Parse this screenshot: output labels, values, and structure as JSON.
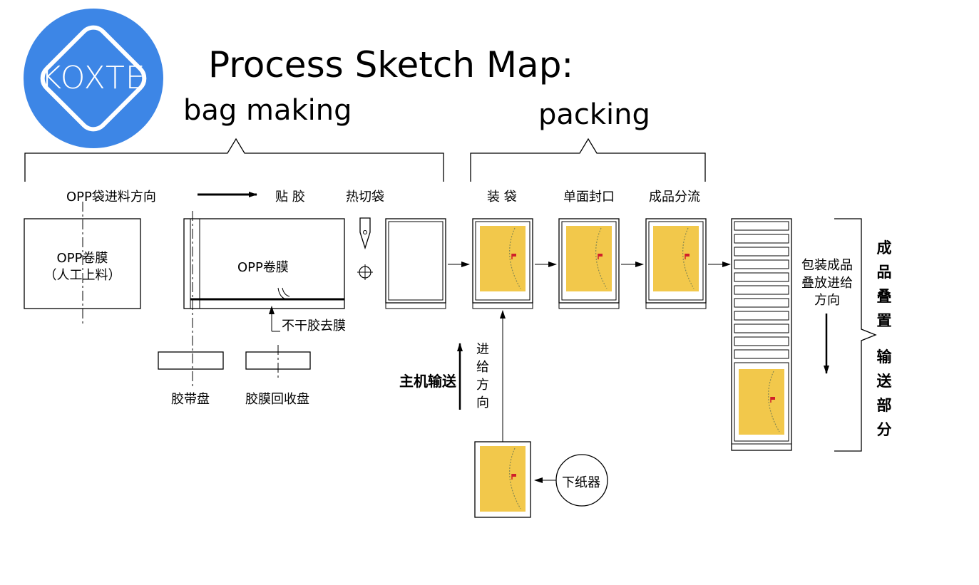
{
  "logo": {
    "text": "KOXTE",
    "color": "#3d86e6"
  },
  "title": "Process Sketch Map:",
  "sections": {
    "bag_making": "bag making",
    "packing": "packing"
  },
  "labels": {
    "opp_feed_direction": "OPP袋进料方向",
    "glue": "贴 胶",
    "heat_cut_bag": "热切袋",
    "bagging": "装 袋",
    "single_seal": "单面封口",
    "product_split": "成品分流",
    "opp_roll_1_line1": "OPP卷膜",
    "opp_roll_1_line2": "（人工上料）",
    "opp_roll_2": "OPP卷膜",
    "nonstick_film": "不干胶去膜",
    "tape_reel": "胶带盘",
    "film_recycle_reel": "胶膜回收盘",
    "feed_direction_vertical": "进给方向",
    "main_conveyor": "主机输送",
    "paper_feeder": "下纸器",
    "stack_feed_direction_l1": "包装成品",
    "stack_feed_direction_l2": "叠放进给",
    "stack_feed_direction_l3": "方向",
    "stacking_section": "成品叠置",
    "conveying_section": "输送部分"
  },
  "colors": {
    "product_card": "#f2c84b",
    "flag": "#d0202a"
  }
}
